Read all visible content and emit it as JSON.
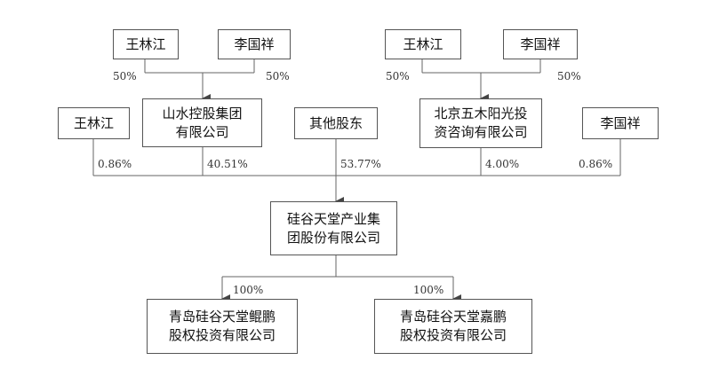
{
  "nodes": {
    "wang_top": "王林江",
    "li_top": "李国祥",
    "wang_top2": "王林江",
    "li_top2": "李国祥",
    "shanshui": "山水控股集团\n有限公司",
    "beijing": "北京五木阳光投\n资咨询有限公司",
    "wang_left": "王林江",
    "others": "其他股东",
    "li_right": "李国祥",
    "guigu": "硅谷天堂产业集\n团股份有限公司",
    "qd_kun": "青岛硅谷天堂鲲鹏\n股权投资有限公司",
    "qd_jia": "青岛硅谷天堂嘉鹏\n股权投资有限公司"
  },
  "percentages": {
    "wang_to_shanshui": "50%",
    "li_to_shanshui": "50%",
    "wang_to_beijing": "50%",
    "li_to_beijing": "50%",
    "wang_to_guigu": "0.86%",
    "shanshui_to_guigu": "40.51%",
    "others_to_guigu": "53.77%",
    "beijing_to_guigu": "4.00%",
    "li_to_guigu": "0.86%",
    "guigu_to_kun": "100%",
    "guigu_to_jia": "100%"
  }
}
